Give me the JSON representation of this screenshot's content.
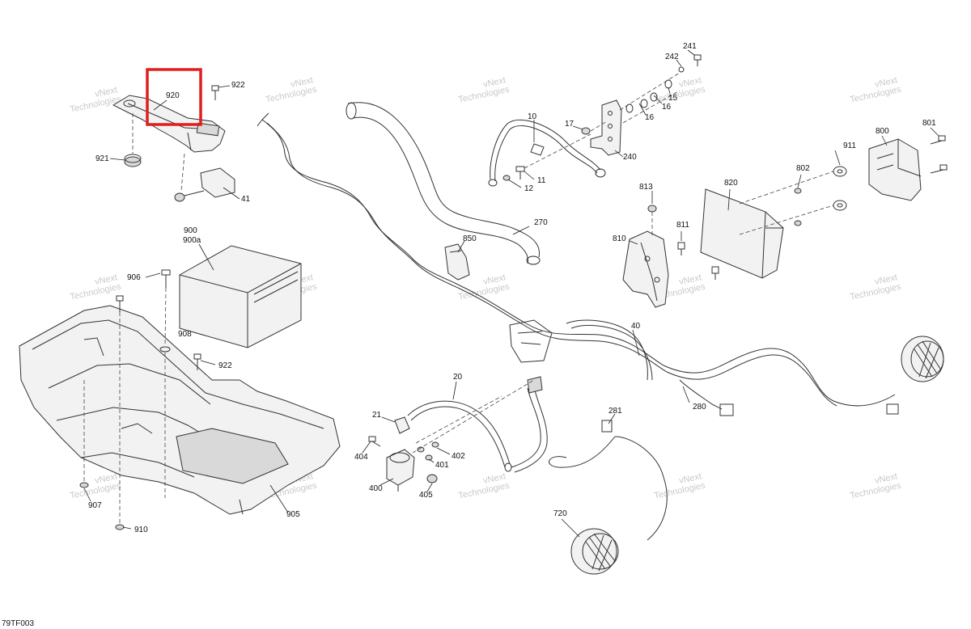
{
  "diagram_code": "79TF003",
  "watermark": {
    "line1": "vNext",
    "line2": "Technologies"
  },
  "highlight_color": "#e01e1e",
  "callouts": [
    {
      "id": "c920",
      "text": "920"
    },
    {
      "id": "c922a",
      "text": "922"
    },
    {
      "id": "c921",
      "text": "921"
    },
    {
      "id": "c41",
      "text": "41"
    },
    {
      "id": "c900",
      "text": "900"
    },
    {
      "id": "c900a",
      "text": "900a"
    },
    {
      "id": "c906",
      "text": "906"
    },
    {
      "id": "c908",
      "text": "908"
    },
    {
      "id": "c922b",
      "text": "922"
    },
    {
      "id": "c907",
      "text": "907"
    },
    {
      "id": "c910",
      "text": "910"
    },
    {
      "id": "c905",
      "text": "905"
    },
    {
      "id": "c850",
      "text": "850"
    },
    {
      "id": "c270",
      "text": "270"
    },
    {
      "id": "c10",
      "text": "10"
    },
    {
      "id": "c17",
      "text": "17"
    },
    {
      "id": "c11",
      "text": "11"
    },
    {
      "id": "c12",
      "text": "12"
    },
    {
      "id": "c240",
      "text": "240"
    },
    {
      "id": "c242",
      "text": "242"
    },
    {
      "id": "c241",
      "text": "241"
    },
    {
      "id": "c16a",
      "text": "16"
    },
    {
      "id": "c16b",
      "text": "16"
    },
    {
      "id": "c15",
      "text": "15"
    },
    {
      "id": "c813",
      "text": "813"
    },
    {
      "id": "c810",
      "text": "810"
    },
    {
      "id": "c811",
      "text": "811"
    },
    {
      "id": "c820",
      "text": "820"
    },
    {
      "id": "c802",
      "text": "802"
    },
    {
      "id": "c911",
      "text": "911"
    },
    {
      "id": "c800",
      "text": "800"
    },
    {
      "id": "c801",
      "text": "801"
    },
    {
      "id": "c40",
      "text": "40"
    },
    {
      "id": "c20",
      "text": "20"
    },
    {
      "id": "c21",
      "text": "21"
    },
    {
      "id": "c404",
      "text": "404"
    },
    {
      "id": "c402",
      "text": "402"
    },
    {
      "id": "c401",
      "text": "401"
    },
    {
      "id": "c400",
      "text": "400"
    },
    {
      "id": "c405",
      "text": "405"
    },
    {
      "id": "c280",
      "text": "280"
    },
    {
      "id": "c281",
      "text": "281"
    },
    {
      "id": "c720",
      "text": "720"
    }
  ]
}
